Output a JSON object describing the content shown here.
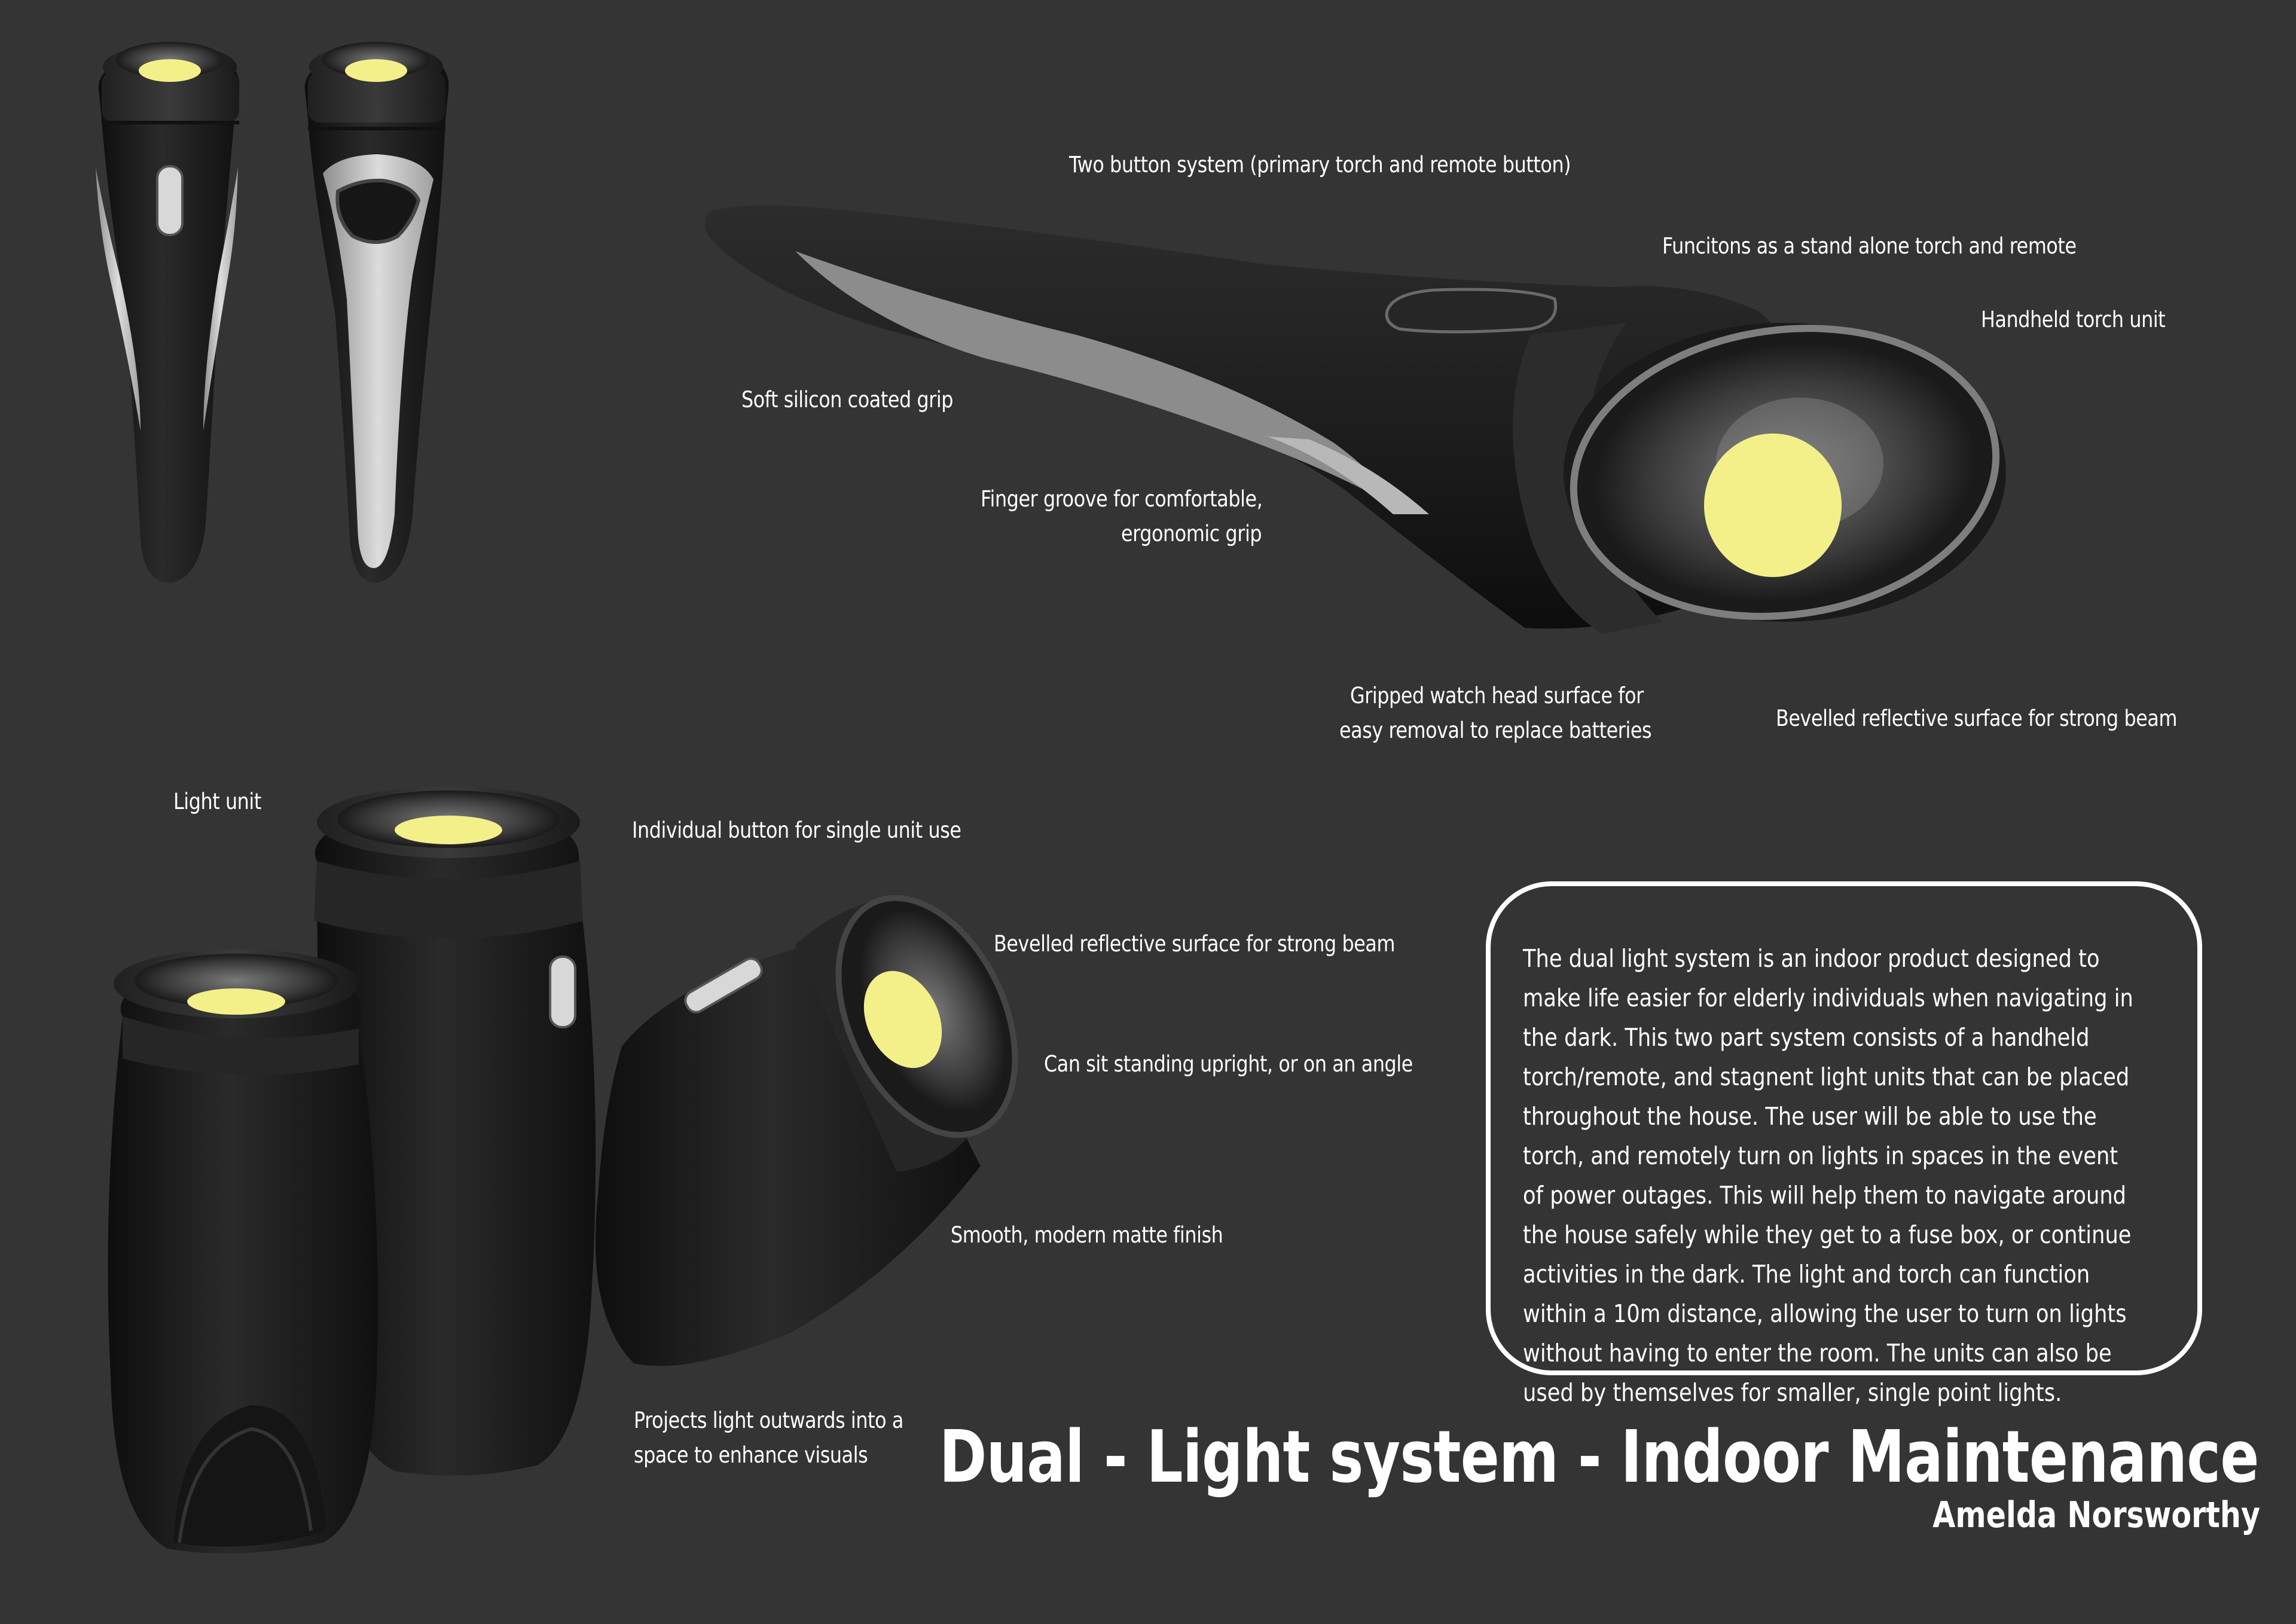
{
  "title": "Dual - Light system - Indoor Maintenance",
  "author": "Amelda Norsworthy",
  "colors": {
    "background": "#343434",
    "body_dark": "#1c1c1c",
    "grip_silver": "#c4c4c4",
    "light_yellow": "#f3f08a",
    "text": "#ffffff"
  },
  "annotations": {
    "two_button": "Two button system (primary torch and remote button)",
    "standalone": "Funcitons as a stand alone torch and remote",
    "handheld": "Handheld torch unit",
    "soft_grip": "Soft silicon coated grip",
    "finger_groove_1": "Finger groove for comfortable,",
    "finger_groove_2": "ergonomic grip",
    "watch_head_1": "Gripped watch head surface for",
    "watch_head_2": "easy removal to replace batteries",
    "bevelled_torch": "Bevelled reflective surface for strong beam",
    "light_unit": "Light unit",
    "individual_button": "Individual button for single unit use",
    "bevelled_unit": "Bevelled reflective surface for strong beam",
    "sit_upright": "Can sit standing upright, or on an angle",
    "matte_finish": "Smooth, modern matte finish",
    "projects_1": "Projects light outwards into a",
    "projects_2": "space to enhance visuals"
  },
  "description": "The dual light system is an indoor product designed to make life easier for elderly individuals when navigating in the dark. This two part system consists of a handheld torch/remote, and stagnent light units that can be placed throughout the house. The user will be able to use the torch, and remotely turn on lights in spaces in the event of power outages. This will help them to navigate around the house safely while they get to a fuse box, or continue activities in the dark. The light and torch can function within a 10m distance, allowing the user to turn on lights without having to enter the room. The units can also be used by themselves for smaller, single point lights."
}
